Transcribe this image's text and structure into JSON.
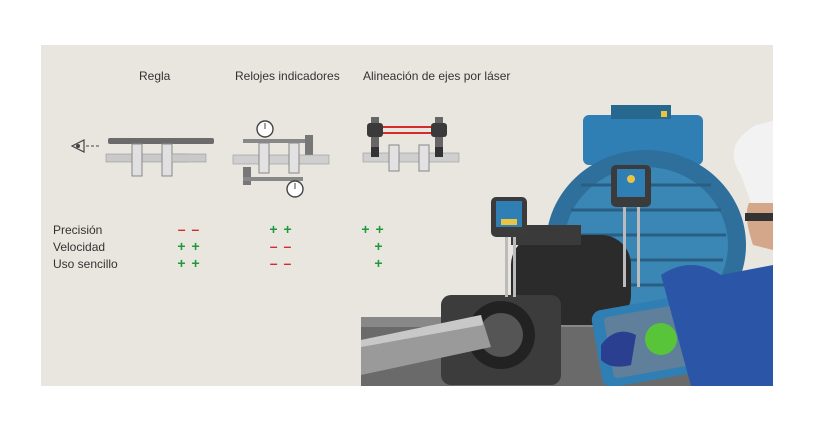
{
  "columns": [
    {
      "title": "Regla"
    },
    {
      "title": "Relojes indicadores"
    },
    {
      "title": "Alineación de ejes por láser"
    }
  ],
  "rows": [
    {
      "label": "Precisión",
      "ratings": [
        "– –",
        "+ +",
        "+ +"
      ]
    },
    {
      "label": "Velocidad",
      "ratings": [
        "+ +",
        "– –",
        "+"
      ]
    },
    {
      "label": "Uso sencillo",
      "ratings": [
        "+ +",
        "– –",
        "+"
      ]
    }
  ],
  "colors": {
    "positive": "#1e9a3c",
    "negative": "#d42b2b",
    "panel": "#e9e6df",
    "motor": "#2f7fb4"
  }
}
